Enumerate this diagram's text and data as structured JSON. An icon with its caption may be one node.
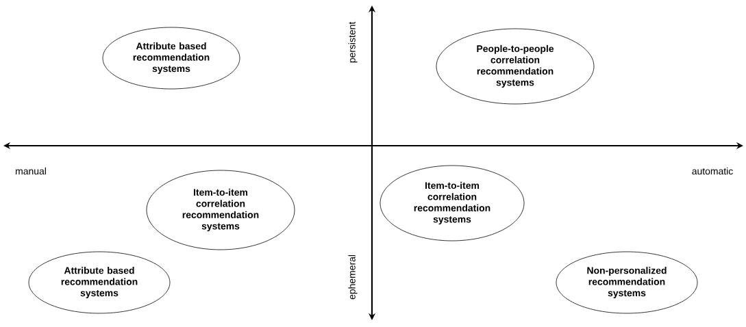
{
  "diagram": {
    "nodes": [
      {
        "text": [
          "Attribute based recommendation systems"
        ]
      },
      {
        "text": [
          "People-to-people correlation recommendation systems"
        ]
      },
      {
        "text": [
          "Item-to-item correlation recommendation systems"
        ]
      },
      {
        "text": [
          "Item-to-item correlation recommendation systems"
        ]
      },
      {
        "text": [
          "Attribute based recommendation systems"
        ]
      },
      {
        "text": [
          "Non-personalized recommendation systems"
        ]
      }
    ],
    "edges": [],
    "labels": [
      "persistent",
      "manual",
      "automatic",
      "ephemeral"
    ]
  }
}
